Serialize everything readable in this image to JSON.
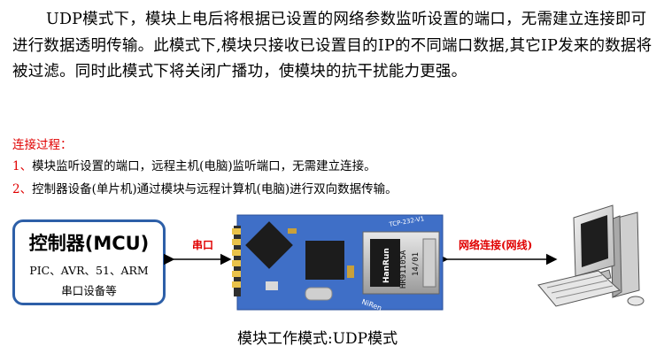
{
  "paragraph": "UDP模式下，模块上电后将根据已设置的网络参数监听设置的端口，无需建立连接即可进行数据透明传输。此模式下,模块只接收已设置目的IP的不同端口数据,其它IP发来的数据将被过滤。同时此模式下将关闭广播功，使模块的抗干扰能力更强。",
  "process_title": "连接过程：",
  "steps": [
    {
      "num": "1、",
      "text": "模块监听设置的端口，远程主机(电脑)监听端口，无需建立连接。"
    },
    {
      "num": "2、",
      "text": "控制器设备(单片机)通过模块与远程计算机(电脑)进行双向数据传输。"
    }
  ],
  "diagram": {
    "mcu_title": "控制器(MCU)",
    "mcu_line1": "PIC、AVR、51、ARM",
    "mcu_line2": "串口设备等",
    "uart_label": "串口",
    "net_label": "网络连接(网线)",
    "board_text": "TCP-232-V1",
    "chip_text": "HanRun",
    "jack_text": "HR91105A",
    "jack_text2": "14/01",
    "brand_text": "NiRen"
  },
  "caption": "模块工作模式:UDP模式",
  "colors": {
    "red": "#e00000",
    "box_border": "#2d5fa8",
    "pcb": "#3f6fc7"
  }
}
